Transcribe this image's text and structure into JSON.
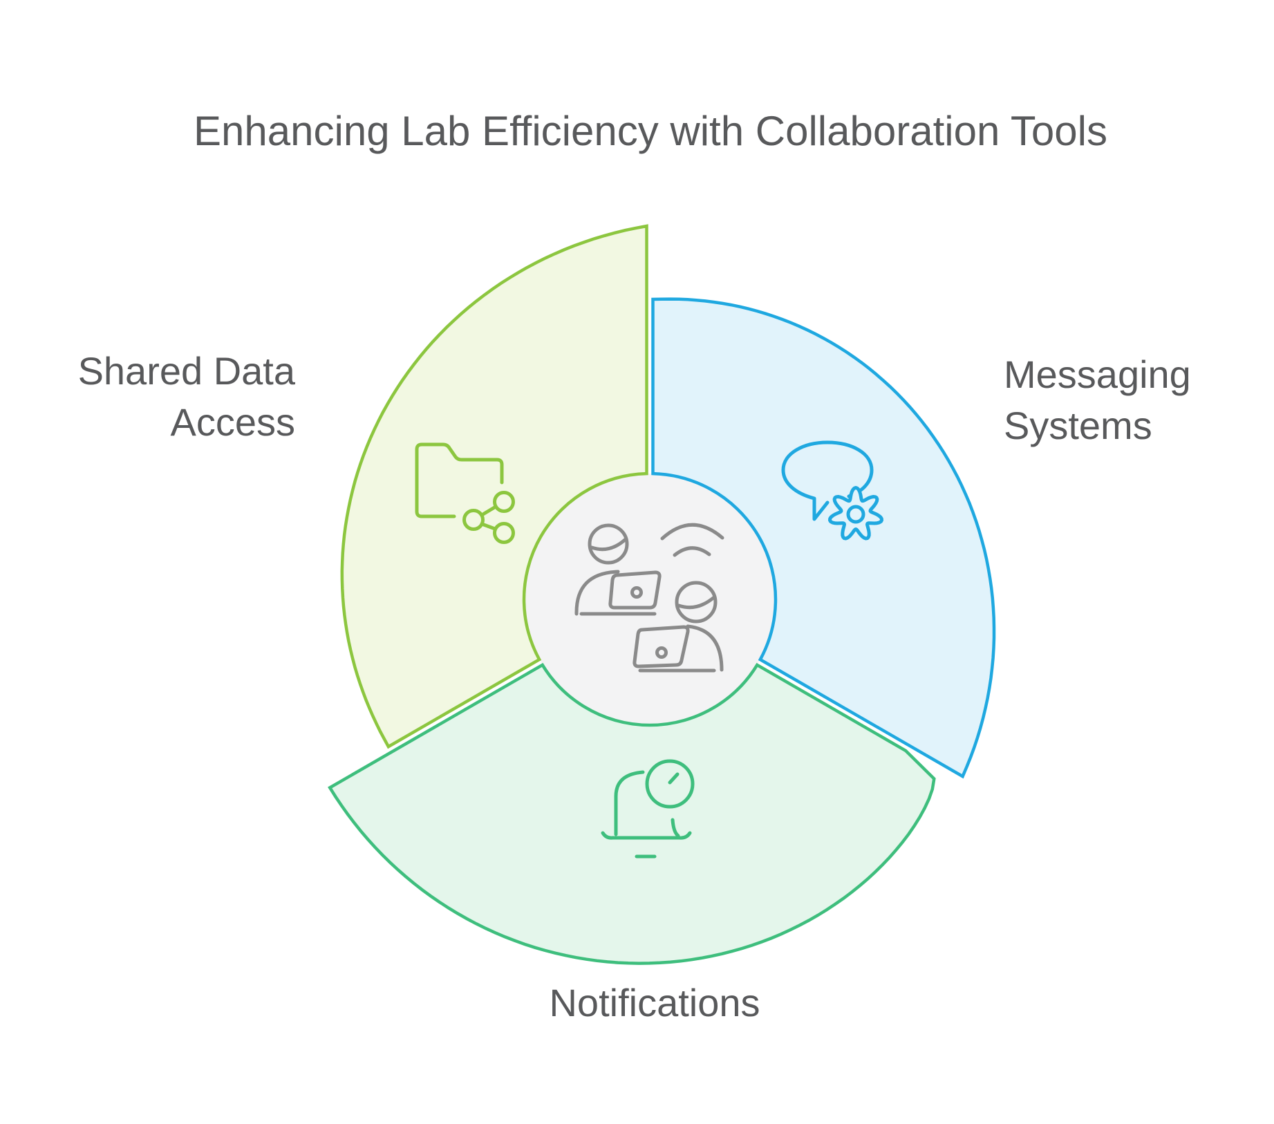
{
  "title": "Enhancing Lab Efficiency with Collaboration Tools",
  "colors": {
    "background": "#FFFFFF",
    "text": "#58595B",
    "center_fill": "#F3F3F4",
    "center_icon": "#8A8A8A"
  },
  "diagram": {
    "center_icon": "people-collaborating-icon",
    "segments": [
      {
        "id": "shared-data-access",
        "label": "Shared Data Access",
        "label_lines": [
          "Shared Data",
          "Access"
        ],
        "icon": "folder-share-icon",
        "stroke": "#8CC63F",
        "fill": "#F2F8E2"
      },
      {
        "id": "messaging-systems",
        "label": "Messaging Systems",
        "label_lines": [
          "Messaging",
          "Systems"
        ],
        "icon": "chat-gear-icon",
        "stroke": "#1FA8E0",
        "fill": "#E1F3FB"
      },
      {
        "id": "notifications",
        "label": "Notifications",
        "label_lines": [
          "Notifications"
        ],
        "icon": "bell-clock-icon",
        "stroke": "#3EBE7D",
        "fill": "#E4F6EB"
      }
    ]
  }
}
